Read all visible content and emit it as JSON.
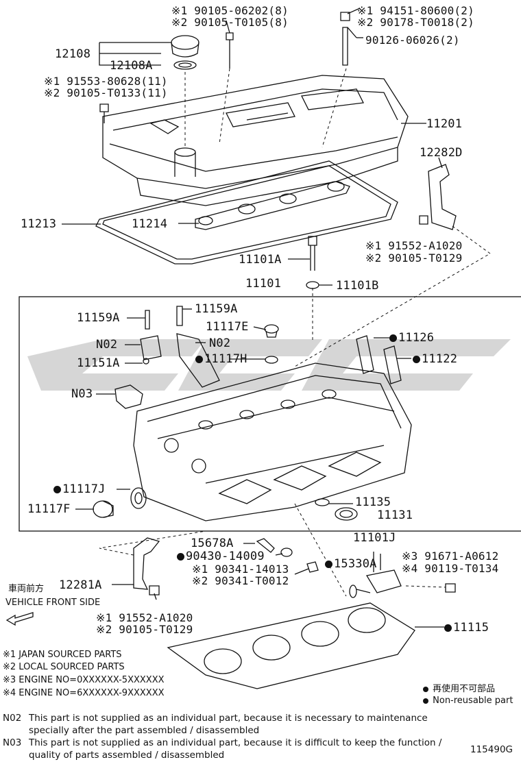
{
  "watermark": {
    "shape": "logo-stripes",
    "color": "#cfcfcf"
  },
  "callouts": {
    "top_bolt_1": "※1 90105-06202(8)",
    "top_bolt_2": "※2 90105-T0105(8)",
    "nut_1": "※1 94151-80600(2)",
    "nut_2": "※2 90178-T0018(2)",
    "stud": "90126-06026(2)",
    "cap": "12108",
    "cap_gasket": "12108A",
    "cover_bolt_1": "※1 91553-80628(11)",
    "cover_bolt_2": "※2 90105-T0133(11)",
    "cover": "11201",
    "bracket_upper": "12282D",
    "cover_gasket": "11213",
    "plug_gasket": "11214",
    "bracket_bolt_up_1": "※1 91552-A1020",
    "bracket_bolt_up_2": "※2 90105-T0129",
    "head_bolt": "11101A",
    "head_washer": "11101B",
    "head_assy": "11101",
    "cap_bolt_right": "11159A",
    "cap_bolt_left": "11159A",
    "plug": "11117E",
    "n02_left": "N02",
    "n02_right": "N02",
    "guide_1": "11126",
    "plug_gasket_small": "11117H",
    "guide_2": "11122",
    "pin": "11151A",
    "n03": "N03",
    "seal_j": "11117J",
    "seal_f": "11117F",
    "gasket_135": "11135",
    "ring_131": "11131",
    "stud_156": "15678A",
    "gasket_904": "90430-14009",
    "plug_1": "※1 90341-14013",
    "plug_2": "※2 90341-T0012",
    "valve_j": "11101J",
    "oring_153": "15330A",
    "valve_bolt_3": "※3 91671-A0612",
    "valve_bolt_4": "※4 90119-T0134",
    "bracket_lower": "12281A",
    "bracket_bolt_lo_1": "※1 91552-A1020",
    "bracket_bolt_lo_2": "※2 90105-T0129",
    "head_gasket": "11115"
  },
  "front": {
    "jp": "車両前方",
    "en": "VEHICLE FRONT SIDE"
  },
  "legend": {
    "l1": "※1 JAPAN SOURCED PARTS",
    "l2": "※2 LOCAL SOURCED PARTS",
    "l3": "※3 ENGINE NO=0XXXXXX-5XXXXXX",
    "l4": "※4 ENGINE NO=6XXXXXX-9XXXXXX",
    "nr_jp": "再使用不可部品",
    "nr_en": "Non-reusable part"
  },
  "notes": {
    "n02_code": "N02",
    "n02_l1": "This part is not supplied as an individual part, because it is necessary to maintenance",
    "n02_l2": "specially after the part assembled / disassembled",
    "n03_code": "N03",
    "n03_l1": "This part is not supplied as an individual part, because it is difficult to keep the function /",
    "n03_l2": "quality of parts  assembled / disassembled"
  },
  "figure_id": "115490G"
}
